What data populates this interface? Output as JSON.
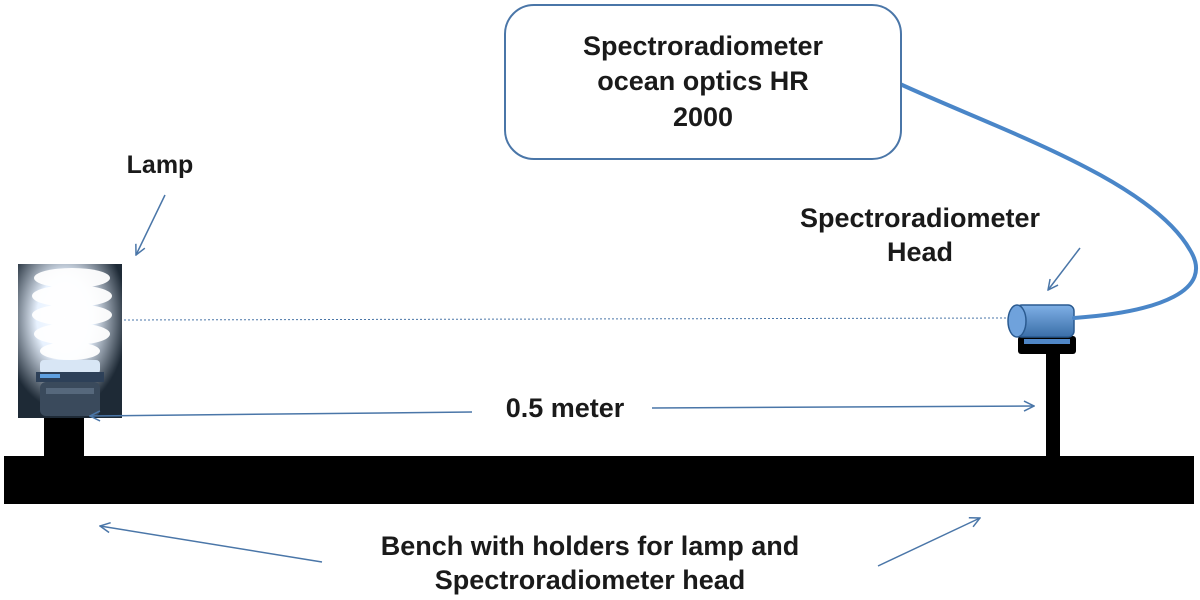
{
  "labels": {
    "spectroradiometer_box": [
      "Spectroradiometer",
      "ocean optics HR",
      "2000"
    ],
    "lamp": "Lamp",
    "spectroradiometer_head": [
      "Spectroradiometer",
      "Head"
    ],
    "distance": "0.5 meter",
    "bench": [
      "Bench with holders for lamp and",
      "Spectroradiometer head"
    ]
  },
  "colors": {
    "line_blue": "#4a76a8",
    "head_blue": "#4f86c6",
    "bench_black": "#000000",
    "lamp_background": "#1e2a36"
  }
}
